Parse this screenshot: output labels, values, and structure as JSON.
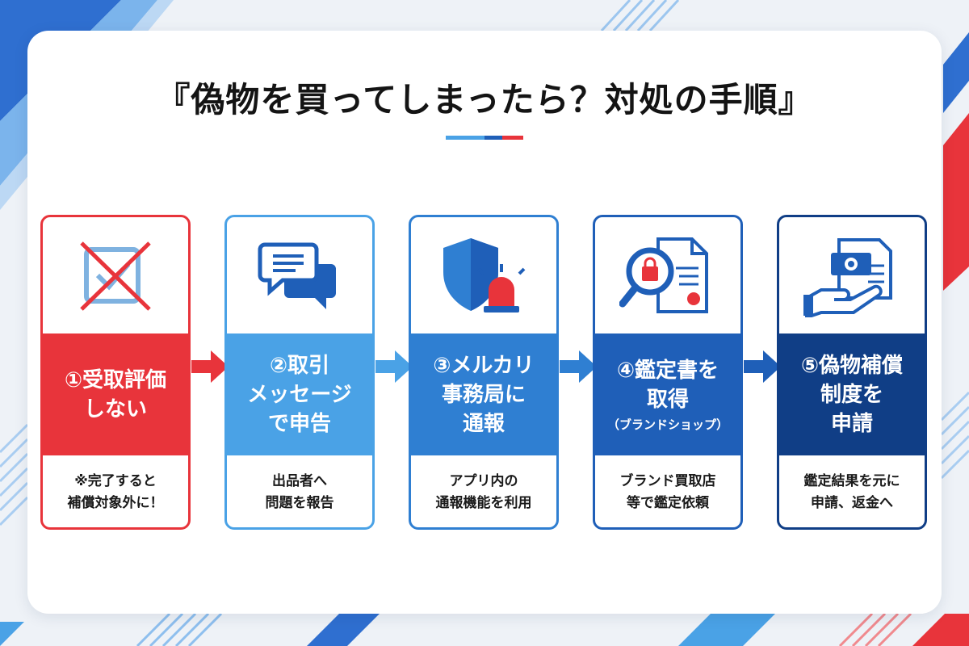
{
  "title": "『偽物を買ってしまったら？対処の手順』",
  "colors": {
    "red": "#e8343b",
    "light_blue": "#4aa2e6",
    "mid_blue": "#2f7fd2",
    "blue": "#1f5fb8",
    "navy": "#103e86",
    "bg": "#eef2f7"
  },
  "steps": [
    {
      "title_lines": [
        "①受取評価",
        "しない"
      ],
      "sub": "",
      "note_lines": [
        "※完了すると",
        "補償対象外に！"
      ],
      "icon": "crossed-checkbox-icon"
    },
    {
      "title_lines": [
        "②取引",
        "メッセージ",
        "で申告"
      ],
      "sub": "",
      "note_lines": [
        "出品者へ",
        "問題を報告"
      ],
      "icon": "chat-bubbles-icon"
    },
    {
      "title_lines": [
        "③メルカリ",
        "事務局に",
        "通報"
      ],
      "sub": "",
      "note_lines": [
        "アプリ内の",
        "通報機能を利用"
      ],
      "icon": "shield-alarm-icon"
    },
    {
      "title_lines": [
        "④鑑定書を",
        "取得"
      ],
      "sub": "（ブランドショップ）",
      "note_lines": [
        "ブランド買取店",
        "等で鑑定依頼"
      ],
      "icon": "magnifier-certificate-icon"
    },
    {
      "title_lines": [
        "⑤偽物補償",
        "制度を",
        "申請"
      ],
      "sub": "",
      "note_lines": [
        "鑑定結果を元に",
        "申請、返金へ"
      ],
      "icon": "hand-money-icon"
    }
  ]
}
